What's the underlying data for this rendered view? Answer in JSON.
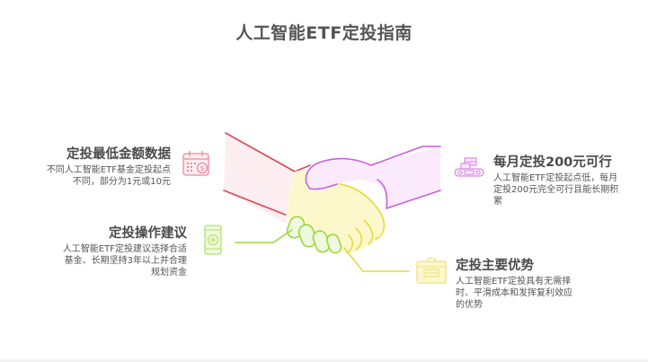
{
  "title": "人工智能ETF定投指南",
  "colors": {
    "red": "#e0464e",
    "purple": "#c95fe0",
    "green": "#9ed63a",
    "yellow": "#e8d93a",
    "red_fill": "#fdeef2",
    "purple_fill": "#fbeafc",
    "yellow_fill": "#fdf8cc",
    "green_fill": "#eef9dd"
  },
  "items": [
    {
      "id": "min-amount",
      "heading": "定投最低金额数据",
      "description_lines": [
        "不同人工智能ETF基金定投起点",
        "不同，部分为1元或10元"
      ],
      "icon": "calendar-dollar-icon",
      "color": "#e0464e",
      "align": "right"
    },
    {
      "id": "monthly-200",
      "heading": "每月定投200元可行",
      "description_lines": [
        "人工智能ETF定投起点低，每月",
        "定投200元完全可行且能长期积",
        "累"
      ],
      "icon": "money-conveyor-icon",
      "color": "#c95fe0",
      "align": "left"
    },
    {
      "id": "operation-advice",
      "heading": "定投操作建议",
      "description_lines": [
        "人工智能ETF定投建议选择合适",
        "基金、长期坚持3年以上并合理",
        "规划资金"
      ],
      "icon": "mobile-plus-icon",
      "color": "#9ed63a",
      "align": "right"
    },
    {
      "id": "main-advantages",
      "heading": "定投主要优势",
      "description_lines": [
        "人工智能ETF定投具有无需择",
        "时、平滑成本和发挥复利效应",
        "的优势"
      ],
      "icon": "briefcase-icon",
      "color": "#e8d93a",
      "align": "left"
    }
  ]
}
